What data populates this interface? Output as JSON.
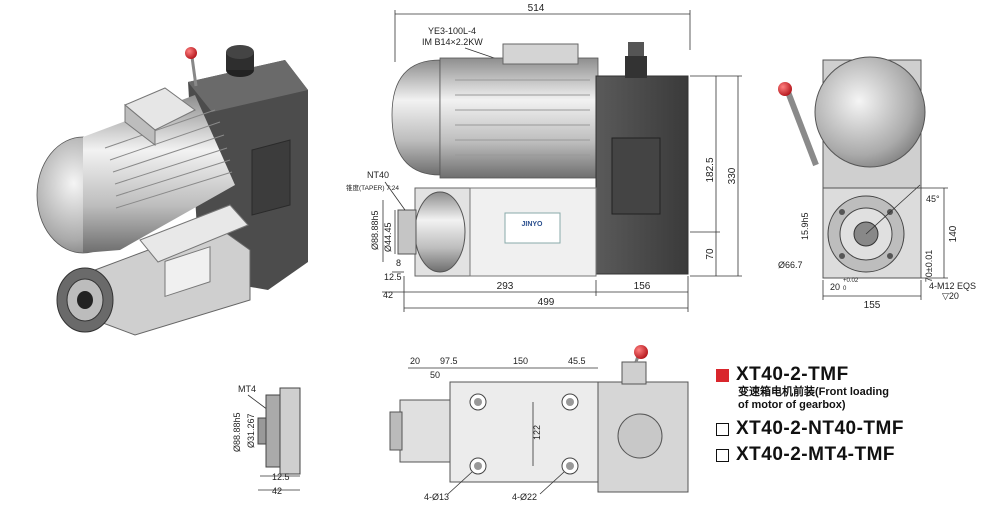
{
  "labels": {
    "motor_model": "YE3-100L-4",
    "motor_power": "IM B14×2.2KW",
    "nt40": "NT40",
    "taper": "锥度(TAPER) 7:24",
    "mt4": "MT4",
    "brand": "JINYO"
  },
  "dimensions": {
    "top_overall": "514",
    "height_total": "330",
    "height_upper": "182.5",
    "height_lower": "70",
    "dia_flange": "Ø88.88h5",
    "dia_nose": "Ø44.45",
    "len_8": "8",
    "len_12_5": "12.5",
    "len_42": "42",
    "len_293": "293",
    "len_156": "156",
    "len_499": "499",
    "angle_45": "45°",
    "dim_15_9": "15.9h5",
    "dim_140": "140",
    "dim_70": "70±0.01",
    "dia_66_7": "Ø66.7",
    "key_20": "20",
    "key_tol_up": "+0.02",
    "key_tol_dn": "0",
    "thread": "4-M12 EQS",
    "thread_depth": "▽20",
    "width_155": "155",
    "mt_dia_flange": "Ø88.88h5",
    "mt_dia_inner": "Ø31.267",
    "mt_12_5": "12.5",
    "mt_42": "42",
    "plan_20": "20",
    "plan_97_5": "97.5",
    "plan_50": "50",
    "plan_150": "150",
    "plan_45_5": "45.5",
    "plan_122": "122",
    "holes_13": "4-Ø13",
    "holes_22": "4-Ø22"
  },
  "legend": {
    "items": [
      {
        "label": "XT40-2-TMF",
        "checked": true,
        "sub1": "变速箱电机前装(Front loading",
        "sub2": "of motor of gearbox)"
      },
      {
        "label": "XT40-2-NT40-TMF",
        "checked": false
      },
      {
        "label": "XT40-2-MT4-TMF",
        "checked": false
      }
    ]
  },
  "colors": {
    "accent": "#d9262c",
    "metal_light": "#d8d8d8",
    "metal_dark": "#4a4a4a"
  }
}
